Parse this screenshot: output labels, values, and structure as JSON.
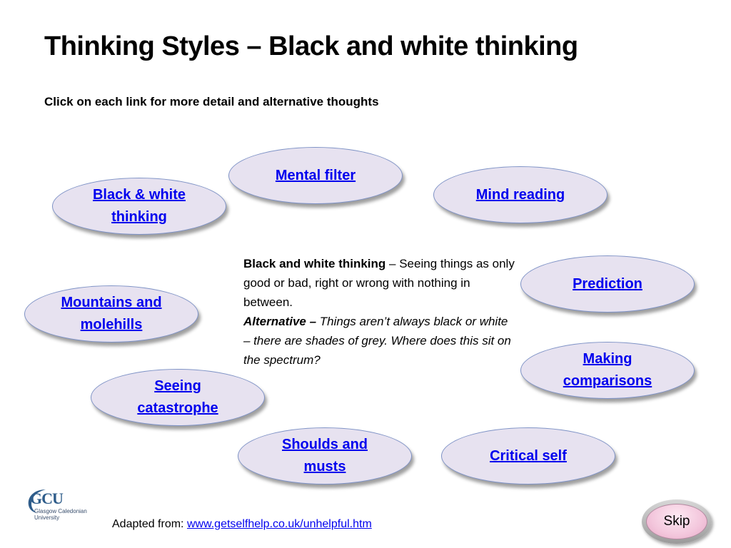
{
  "slide": {
    "title": "Thinking Styles – Black and white thinking",
    "subtitle": "Click on each link for more detail and alternative thoughts"
  },
  "links": {
    "mental_filter": "Mental filter",
    "black_white": "Black & white thinking",
    "mind_reading": "Mind reading",
    "prediction": "Prediction",
    "mountains": "Mountains and molehills",
    "making_comparisons": "Making comparisons",
    "seeing_catastrophe": "Seeing catastrophe",
    "shoulds_musts": "Shoulds and musts",
    "critical_self": "Critical self"
  },
  "detail": {
    "term": "Black and white thinking",
    "definition": " – Seeing things as only good or bad, right or wrong with nothing in between.",
    "alt_label": "Alternative –",
    "alt_text": " Things aren’t always black or white – there are shades of grey. Where does this sit on the spectrum?"
  },
  "logo": {
    "abbr": "GCU",
    "name": "Glasgow Caledonian University"
  },
  "footer": {
    "prefix": "Adapted from: ",
    "link": "www.getselfhelp.co.uk/unhelpful.htm"
  },
  "skip_label": "Skip",
  "colors": {
    "ellipse_fill": "#e7e2f0",
    "ellipse_border": "#7f93c6",
    "link": "#0000ee",
    "skip_fill": "#f3c6dc"
  }
}
